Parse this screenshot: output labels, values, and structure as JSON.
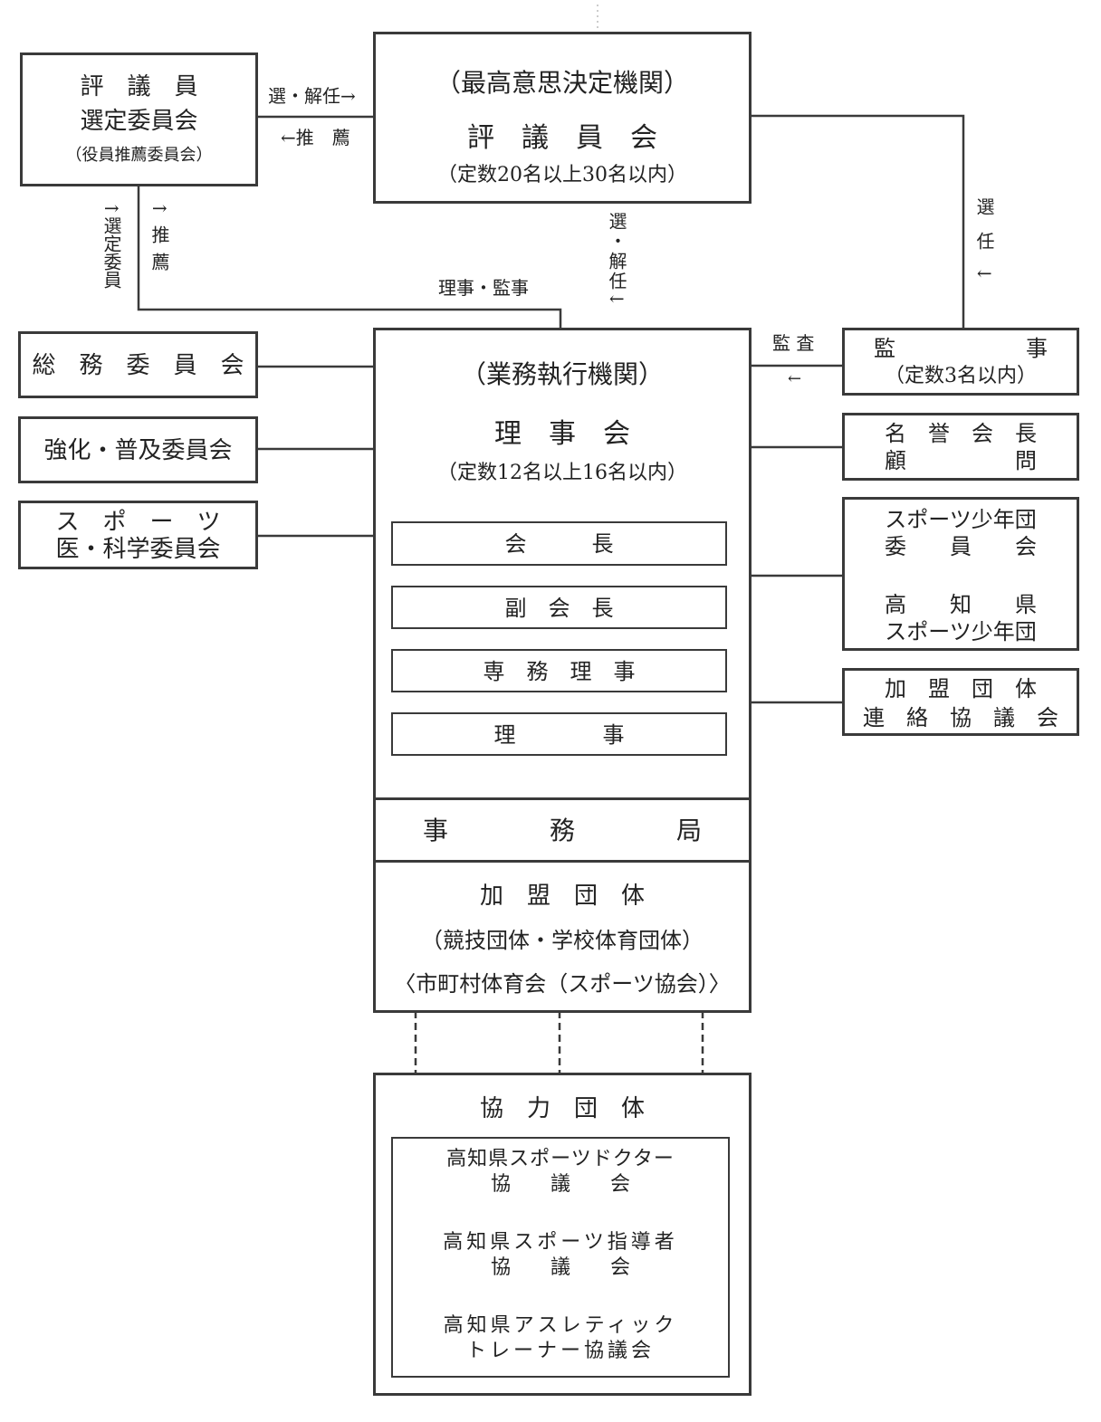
{
  "top_left": {
    "line1": "評　議　員",
    "line2": "選定委員会",
    "line3": "（役員推薦委員会）"
  },
  "top_center": {
    "heading": "（最高意思決定機関）",
    "title": "評　議　員　会",
    "note": "（定数20名以上30名以内）"
  },
  "arrows": {
    "select_dismiss_right": "選・解任→",
    "recommend_left": "←推　薦",
    "left_select": "↑選定委員",
    "left_recommend": "↑推薦",
    "director_auditor": "理事・監事",
    "center_select_dismiss": "選・解任↓",
    "right_select": "選任↓",
    "audit": "監 査",
    "audit_arrow": "←"
  },
  "left_committees": [
    {
      "line1": "総　務　委　員　会",
      "line2": ""
    },
    {
      "line1": "強化・普及委員会",
      "line2": ""
    },
    {
      "line1": "ス　ポ　ー　ツ",
      "line2": "医・科学委員会"
    }
  ],
  "executive": {
    "heading": "（業務執行機関）",
    "title": "理　事　会",
    "note": "（定数12名以上16名以内）",
    "roles": [
      "会　　　長",
      "副　会　長",
      "専　務　理　事",
      "理　　　　事"
    ]
  },
  "secretariat": "事　　　　務　　　　局",
  "member_orgs": {
    "title": "加　盟　団　体",
    "line2": "（競技団体・学校体育団体）",
    "line3": "〈市町村体育会（スポーツ協会）〉"
  },
  "right_boxes": {
    "auditor": {
      "line1": "監　　　　　　事",
      "line2": "（定数3名以内）"
    },
    "honorary": {
      "line1": "名　誉　会　長",
      "line2": "顧　　　　　問"
    },
    "youth_committee": {
      "line1": "スポーツ少年団",
      "line2": "委　　員　　会"
    },
    "youth_group": {
      "line1": "高　　知　　県",
      "line2": "スポーツ少年団"
    },
    "liaison": {
      "line1": "加　盟　団　体",
      "line2": "連　絡　協　議　会"
    }
  },
  "cooperating": {
    "title": "協　力　団　体",
    "items": [
      {
        "line1": "高知県スポーツドクター",
        "line2": "協　　議　　会"
      },
      {
        "line1": "高知県スポーツ指導者",
        "line2": "協　　議　　会"
      },
      {
        "line1": "高知県アスレティック",
        "line2": "トレーナー協議会"
      }
    ]
  }
}
